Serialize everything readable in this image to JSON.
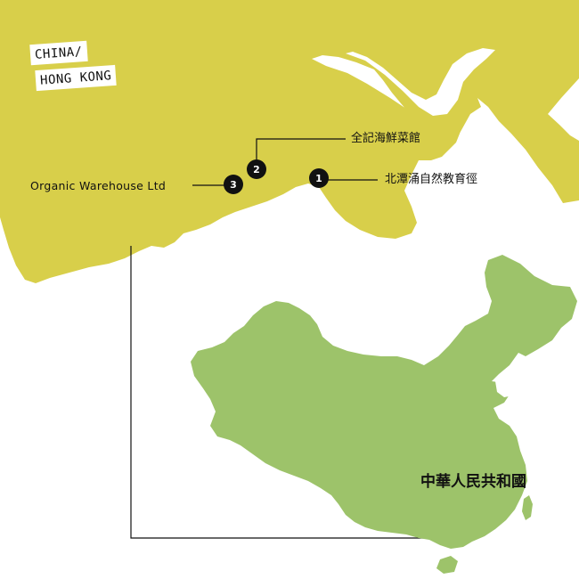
{
  "region_tag": {
    "line1": "CHINA/",
    "line2": "HONG KONG"
  },
  "markers": [
    {
      "number": "1",
      "label": "北潭涌自然教育徑"
    },
    {
      "number": "2",
      "label": "全記海鮮菜館"
    },
    {
      "number": "3",
      "label": "Organic Warehouse Ltd"
    }
  ],
  "inset": {
    "country_label": "中華人民共和國"
  },
  "colors": {
    "hong_kong_land": "#d8cf4a",
    "china_land": "#9dc36a",
    "sea": "#ffffff",
    "marker": "#111111",
    "leader_line": "#111111"
  }
}
